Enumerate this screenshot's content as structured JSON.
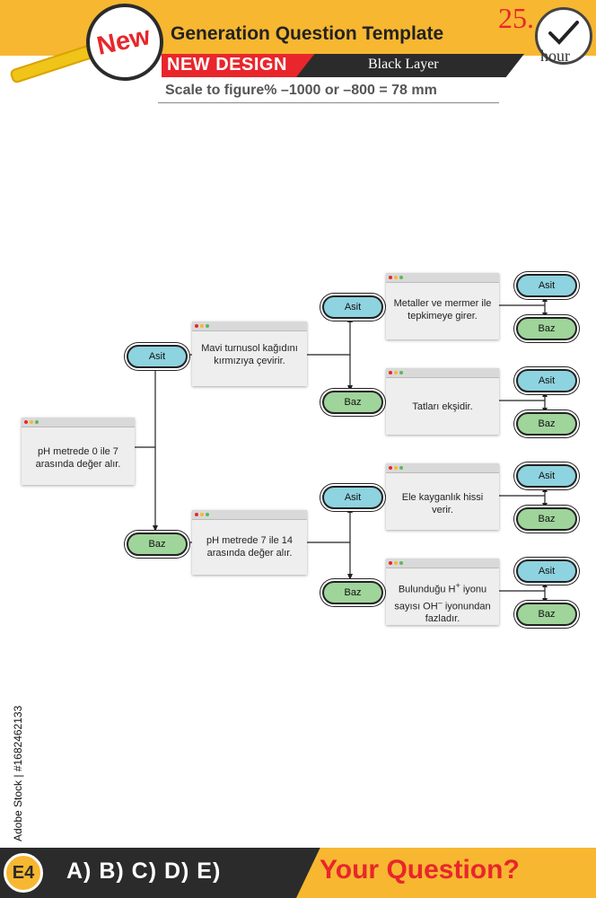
{
  "header": {
    "badge_new": "New",
    "title": "Generation Question Template",
    "new_design": "NEW DESIGN",
    "black_layer": "Black Layer",
    "scale_note": "Scale to figure% –1000 or –800 = 78 mm",
    "question_number": "25.",
    "clock_label": "hour"
  },
  "colors": {
    "accent_yellow": "#f7b731",
    "accent_red": "#e8262b",
    "dark": "#2b2b2b",
    "acid_fill": "#8ed3e0",
    "base_fill": "#9fd49a"
  },
  "diagram": {
    "root": "pH metrede 0 ile 7 arasında değer alır.",
    "acid": "Asit",
    "base": "Baz",
    "level1": {
      "acid_card": "Mavi turnusol kağıdını kırmızıya çevirir.",
      "base_card": "pH metrede 7 ile 14 arasında değer alır."
    },
    "level2": {
      "card_1": "Metaller ve mermer ile tepkimeye girer.",
      "card_2": "Tatları ekşidir.",
      "card_3": "Ele kayganlık hissi verir.",
      "card_4_html": "Bulunduğu H<sup>+</sup> iyonu sayısı OH<sup>–</sup> iyonundan fazladır."
    }
  },
  "footer": {
    "answers": "A) B) C) D) E)",
    "your_question": "Your Question?",
    "badge": "E4",
    "stock_id": "Adobe Stock | #1682462133"
  }
}
